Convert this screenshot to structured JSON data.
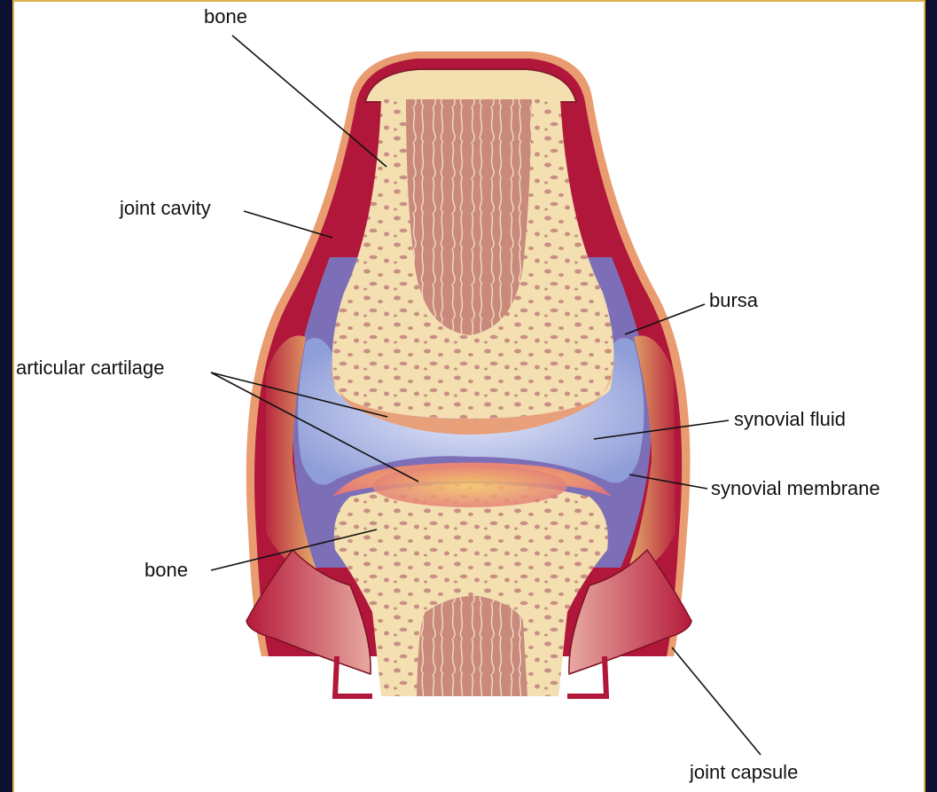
{
  "labels": {
    "bone_top": "bone",
    "joint_cavity": "joint cavity",
    "bursa": "bursa",
    "articular_cartilage": "articular cartilage",
    "synovial_fluid": "synovial fluid",
    "synovial_membrane": "synovial membrane",
    "bone_bottom": "bone",
    "joint_capsule": "joint capsule"
  },
  "colors": {
    "background_frame": "#141a52",
    "panel_border": "#d9b04a",
    "bone_spongy": "#f3dfb0",
    "bone_marrow": "#c98a7c",
    "cartilage": "#e7a07a",
    "synovial_fluid": "#b9c4ea",
    "capsule_dark": "#b0173a",
    "capsule_light": "#e99c6f",
    "synovial_membrane": "#c96c7c"
  }
}
